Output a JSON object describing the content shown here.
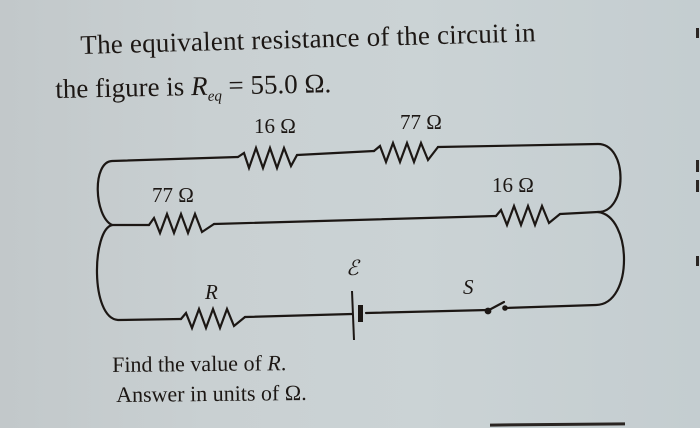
{
  "problem": {
    "intro_line1": "The equivalent resistance of the circuit in",
    "intro_line2_prefix": "the figure is ",
    "req_symbol": "R",
    "req_subscript": "eq",
    "req_equals": " = 55.0 Ω.",
    "req_value": "55.0",
    "req_unit": "Ω",
    "question_prefix": "Find the value of ",
    "question_var": "R",
    "question_suffix": ".",
    "answer_line": "Answer in units of  Ω."
  },
  "circuit": {
    "resistors": [
      {
        "id": "top-left",
        "label": "16 Ω",
        "value": 16
      },
      {
        "id": "top-right",
        "label": "77 Ω",
        "value": 77
      },
      {
        "id": "middle-left",
        "label": "77 Ω",
        "value": 77
      },
      {
        "id": "middle-right",
        "label": "16 Ω",
        "value": 16
      },
      {
        "id": "bottom-unknown",
        "label": "R",
        "value": null
      }
    ],
    "battery_label": "ℰ",
    "switch_label": "S"
  },
  "colors": {
    "ink": "#1c1714",
    "paper": "#c9d0d2"
  }
}
